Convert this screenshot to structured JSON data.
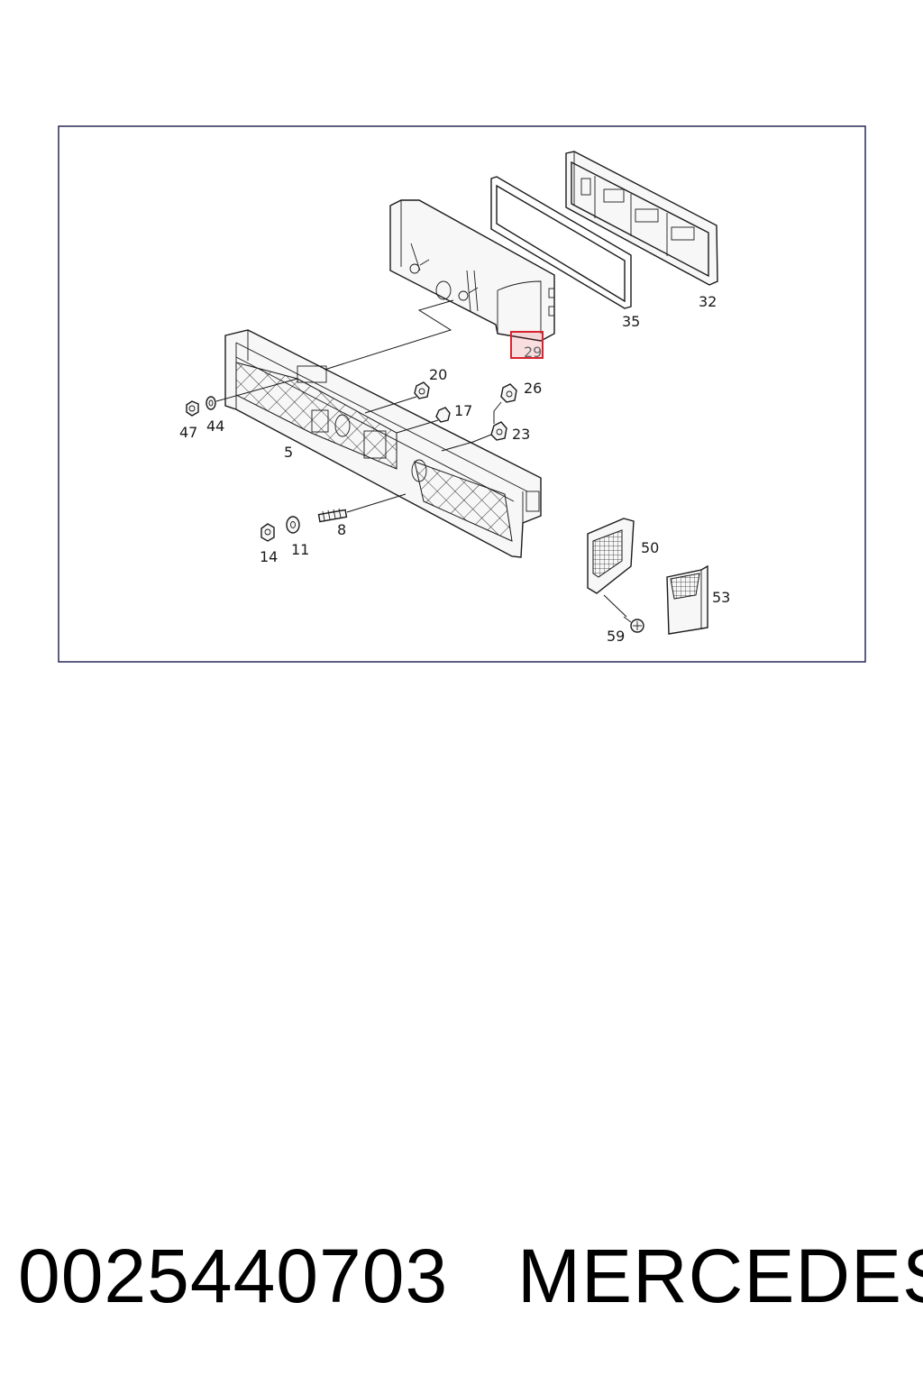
{
  "diagram": {
    "callouts": {
      "c5": "5",
      "c8": "8",
      "c11": "11",
      "c14": "14",
      "c17": "17",
      "c20": "20",
      "c23": "23",
      "c26": "26",
      "c29": "29",
      "c32": "32",
      "c35": "35",
      "c44": "44",
      "c47": "47",
      "c50": "50",
      "c53": "53",
      "c59": "59"
    },
    "highlighted_callout": "29",
    "highlight_color": "#d9232e"
  },
  "footer": {
    "part_number": "0025440703",
    "brand": "MERCEDES"
  }
}
